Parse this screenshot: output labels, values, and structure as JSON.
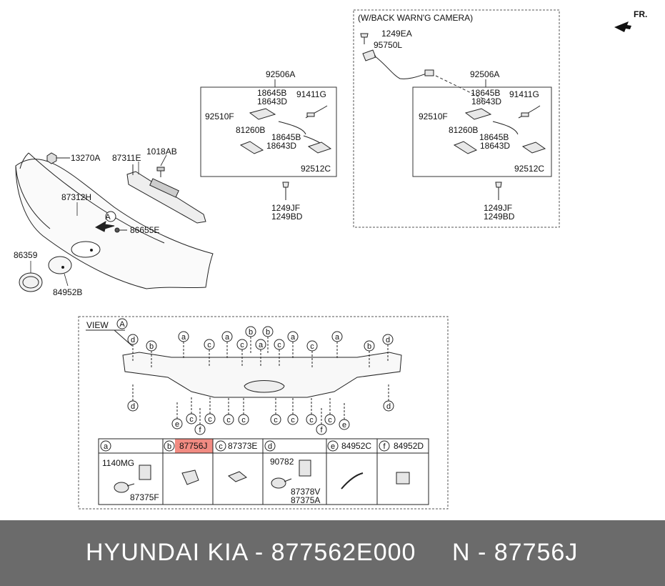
{
  "direction_label": "FR.",
  "camera_box_title": "(W/BACK WARN'G CAMERA)",
  "view_label": "VIEW",
  "view_ref": "A",
  "callouts": {
    "c13270A": "13270A",
    "c87311E": "87311E",
    "c1018AB": "1018AB",
    "c87312H": "87312H",
    "cA": "A",
    "c86655E": "86655E",
    "c86359": "86359",
    "c84952B": "84952B",
    "c92506A_1": "92506A",
    "c18645B_1": "18645B",
    "c18643D_1": "18643D",
    "c91411G_1": "91411G",
    "c92510F_1": "92510F",
    "c81260B_1": "81260B",
    "c18645B_1b": "18645B",
    "c18643D_1b": "18643D",
    "c92512C_1": "92512C",
    "c1249JF_1": "1249JF",
    "c1249BD_1": "1249BD",
    "c1249EA": "1249EA",
    "c95750L": "95750L",
    "c92506A_2": "92506A",
    "c18645B_2": "18645B",
    "c18643D_2": "18643D",
    "c91411G_2": "91411G",
    "c92510F_2": "92510F",
    "c81260B_2": "81260B",
    "c18645B_2b": "18645B",
    "c18643D_2b": "18643D",
    "c92512C_2": "92512C",
    "c1249JF_2": "1249JF",
    "c1249BD_2": "1249BD"
  },
  "view_letters": {
    "top": [
      "d",
      "b",
      "a",
      "c",
      "a",
      "c",
      "b",
      "b",
      "a",
      "c",
      "a",
      "c",
      "a",
      "b",
      "d"
    ],
    "bottom": [
      "d",
      "e",
      "c",
      "c",
      "f",
      "c",
      "c",
      "c",
      "c",
      "c",
      "f",
      "c",
      "e",
      "d"
    ]
  },
  "parts_table": [
    {
      "letter": "a",
      "code": "",
      "parts": [
        "1140MG",
        "87375F"
      ],
      "highlight": false
    },
    {
      "letter": "b",
      "code": "87756J",
      "parts": [],
      "highlight": true
    },
    {
      "letter": "c",
      "code": "87373E",
      "parts": [],
      "highlight": false
    },
    {
      "letter": "d",
      "code": "",
      "parts": [
        "90782",
        "87378V",
        "87375A"
      ],
      "highlight": false
    },
    {
      "letter": "e",
      "code": "84952C",
      "parts": [],
      "highlight": false
    },
    {
      "letter": "f",
      "code": "84952D",
      "parts": [],
      "highlight": false
    }
  ],
  "highlight_color": "#f28b82",
  "footer": {
    "left": "HYUNDAI  KIA - 877562E000",
    "right": "N - 87756J"
  }
}
